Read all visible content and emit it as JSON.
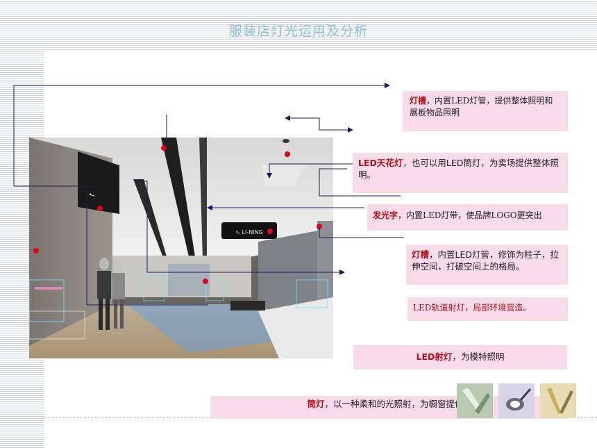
{
  "page": {
    "title": "服装店灯光运用及分析"
  },
  "callouts": [
    {
      "key": "灯槽",
      "text": "，内置LED灯管，提供整体照明和展板物品照明"
    },
    {
      "key": "LED天花灯",
      "text": "，也可以用LED筒灯，为卖场提供整体照明。"
    },
    {
      "key": "发光字",
      "text": "，内置LED灯带，使品牌LOGO更突出"
    },
    {
      "key": "灯槽",
      "text": "，内置LED灯管，修饰为柱子，拉伸空间，打破空间上的格局。"
    },
    {
      "key": "",
      "text": "LED轨道射灯，局部环境营造。"
    },
    {
      "key": "LED射灯",
      "text": "，为模特照明"
    },
    {
      "key": "筒灯",
      "text": "，以一种柔和的光照射，为橱窗提供照明。"
    }
  ],
  "colors": {
    "title": "#8fc0d8",
    "callout_bg": "#fadbe9",
    "highlight": "#b3111e",
    "connector": "#1a1a5e",
    "marker": "#e0001b"
  },
  "icons": {
    "thumbnails": [
      "track-light-icon",
      "spotlight-icon",
      "downlight-icon"
    ]
  }
}
